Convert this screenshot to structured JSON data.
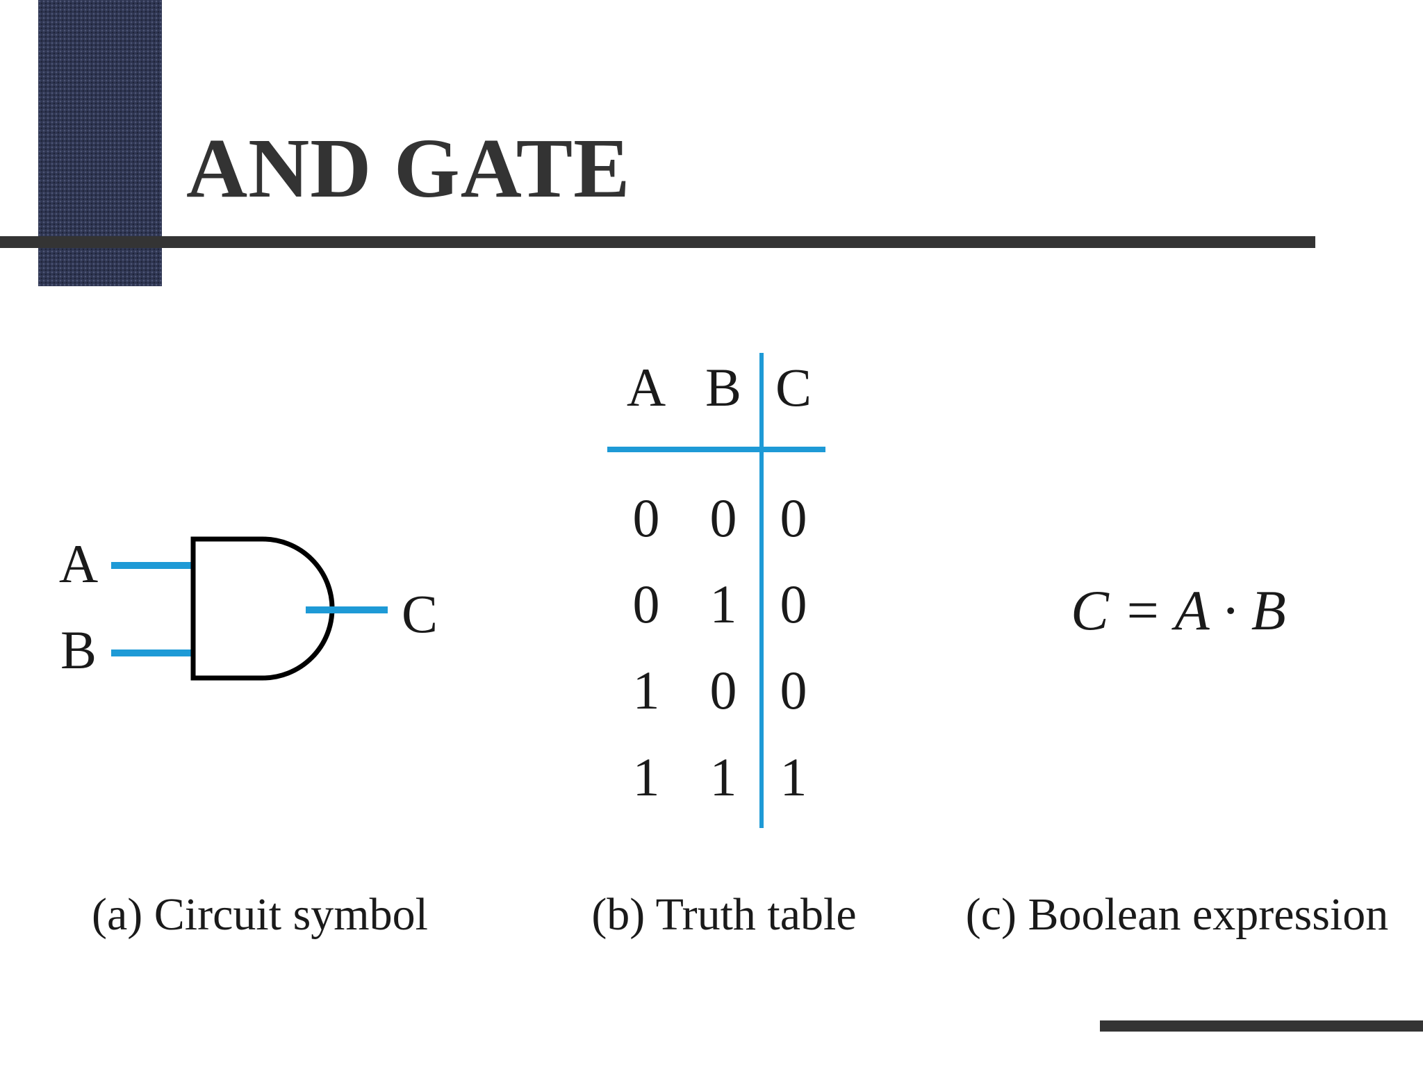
{
  "slide": {
    "title": "AND GATE"
  },
  "circuit": {
    "input_a": "A",
    "input_b": "B",
    "output": "C",
    "caption": "(a) Circuit symbol",
    "wire_color": "#1e9ad6"
  },
  "truth_table": {
    "headers": [
      "A",
      "B",
      "C"
    ],
    "rows": [
      [
        "0",
        "0",
        "0"
      ],
      [
        "0",
        "1",
        "0"
      ],
      [
        "1",
        "0",
        "0"
      ],
      [
        "1",
        "1",
        "1"
      ]
    ],
    "caption": "(b) Truth table",
    "line_color": "#1e9ad6"
  },
  "expression": {
    "text": "C = A · B",
    "caption": "(c) Boolean expression"
  },
  "colors": {
    "accent": "#1e9ad6",
    "rule": "#343434",
    "block": "#2f3652",
    "text": "#1a1a1a"
  }
}
